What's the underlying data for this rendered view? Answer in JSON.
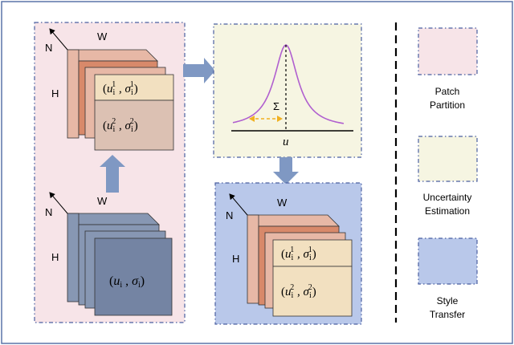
{
  "colors": {
    "outer_border": "#5a74a8",
    "panel_border": "#4a5fa0",
    "pink_bg": "#f7e4e8",
    "yellow_bg": "#f6f5e2",
    "blue_bg": "#b9c8ea",
    "slate_layer": "#8797b3",
    "slate_front": "#7484a3",
    "salmon_layer": "#e7b8a6",
    "orange_layer": "#d8896a",
    "top_layer": "#f2e0c0",
    "bottom_layer": "#dcc1b3",
    "gaussian_curve": "#b05fcf",
    "sigma_arrow": "#f0b020",
    "flow_arrow": "#7f98c3"
  },
  "labels": {
    "w": "W",
    "n": "N",
    "h": "H",
    "u": "u",
    "sigma": "Σ"
  },
  "formulas": {
    "base": {
      "u": "u",
      "sub": "i",
      "comma": " , ",
      "sigma": "σ"
    },
    "first": {
      "u": "u",
      "sub": "i",
      "sup": "1",
      "comma": " , ",
      "sigma": "σ"
    },
    "second": {
      "u": "u",
      "sub": "i",
      "sup": "2",
      "comma": " , ",
      "sigma": "σ"
    }
  },
  "legend": [
    {
      "line1": "Patch",
      "line2": "Partition",
      "color": "#f7e4e8"
    },
    {
      "line1": "Uncertainty",
      "line2": "Estimation",
      "color": "#f6f5e2"
    },
    {
      "line1": "Style",
      "line2": "Transfer",
      "color": "#b9c8ea"
    }
  ]
}
